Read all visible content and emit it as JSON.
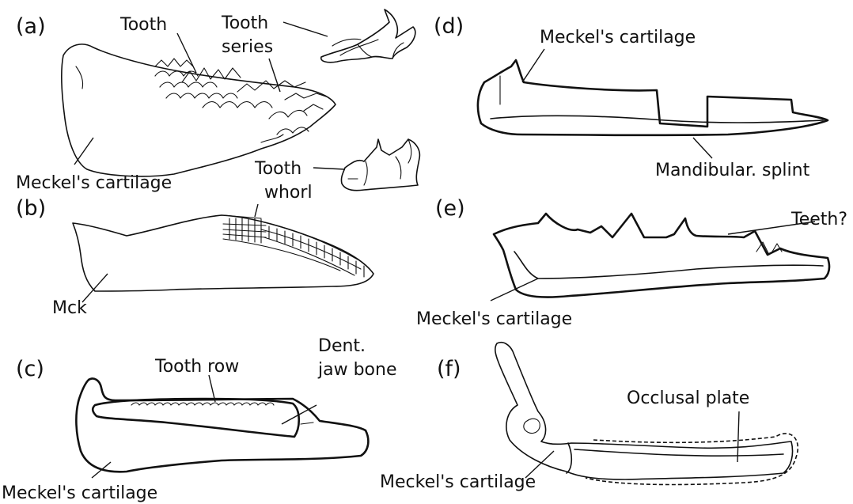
{
  "panels": {
    "a": {
      "letter": "(a)",
      "tooth": "Tooth",
      "tooth_series": [
        "Tooth",
        "series"
      ],
      "meckels": "Meckel's cartilage",
      "tooth_whorl": [
        "Tooth",
        "whorl"
      ]
    },
    "b": {
      "letter": "(b)",
      "mck": "Mck"
    },
    "c": {
      "letter": "(c)",
      "tooth_row": "Tooth row",
      "dent": [
        "Dent.",
        "jaw bone"
      ],
      "meckels": "Meckel's cartilage"
    },
    "d": {
      "letter": "(d)",
      "meckels": "Meckel's cartilage",
      "splint": "Mandibular. splint"
    },
    "e": {
      "letter": "(e)",
      "teeth": "Teeth?",
      "meckels": "Meckel's cartilage"
    },
    "f": {
      "letter": "(f)",
      "occlusal": "Occlusal plate",
      "meckels": "Meckel's cartilage"
    }
  }
}
